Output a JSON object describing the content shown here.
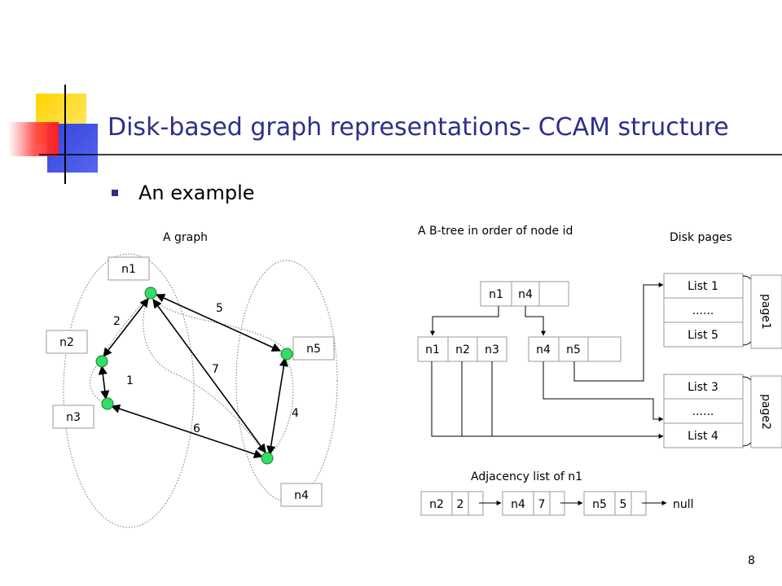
{
  "slide": {
    "title": "Disk-based graph representations- CCAM structure",
    "bullet": "An example",
    "page_number": "8"
  },
  "graph": {
    "caption": "A graph",
    "nodes": [
      {
        "id": "n1",
        "label": "n1"
      },
      {
        "id": "n2",
        "label": "n2"
      },
      {
        "id": "n3",
        "label": "n3"
      },
      {
        "id": "n4",
        "label": "n4"
      },
      {
        "id": "n5",
        "label": "n5"
      }
    ],
    "edges": [
      {
        "from": "n1",
        "to": "n2",
        "weight": "2"
      },
      {
        "from": "n2",
        "to": "n3",
        "weight": "1"
      },
      {
        "from": "n1",
        "to": "n5",
        "weight": "5"
      },
      {
        "from": "n1",
        "to": "n4",
        "weight": "7"
      },
      {
        "from": "n3",
        "to": "n4",
        "weight": "6"
      },
      {
        "from": "n4",
        "to": "n5",
        "weight": "4"
      }
    ]
  },
  "btree": {
    "caption": "A B-tree in order of node id",
    "root": [
      "n1",
      "n4",
      ""
    ],
    "leaf_left": [
      "n1",
      "n2",
      "n3"
    ],
    "leaf_right": [
      "n4",
      "n5",
      ""
    ]
  },
  "disk": {
    "caption": "Disk pages",
    "page1": {
      "label": "page1",
      "rows": [
        "List 1",
        "......",
        "List 5"
      ]
    },
    "page2": {
      "label": "page2",
      "rows": [
        "List 3",
        "......",
        "List 4"
      ]
    }
  },
  "adjacency": {
    "caption": "Adjacency list of n1",
    "entries": [
      {
        "node": "n2",
        "weight": "2"
      },
      {
        "node": "n4",
        "weight": "7"
      },
      {
        "node": "n5",
        "weight": "5"
      }
    ],
    "terminator": "null"
  }
}
